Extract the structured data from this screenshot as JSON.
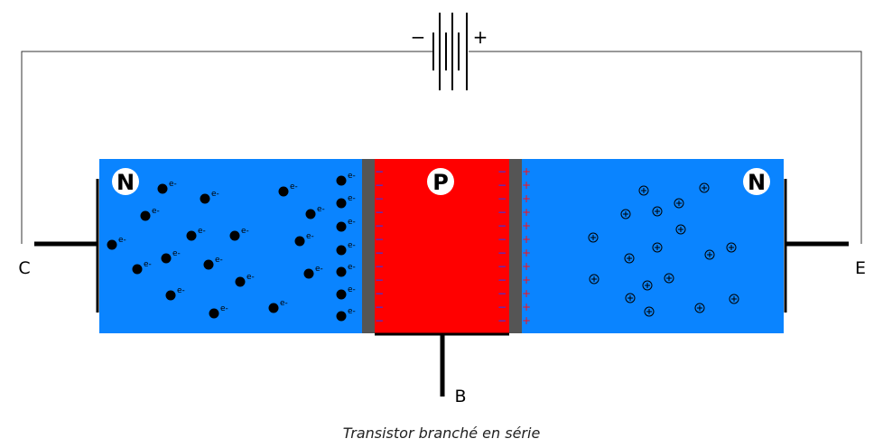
{
  "battery": {
    "minus": "−",
    "plus": "+"
  },
  "regions": {
    "left": {
      "label": "N",
      "color": "#0a84ff"
    },
    "middle": {
      "label": "P",
      "color": "#ff0000"
    },
    "right": {
      "label": "N",
      "color": "#0a84ff"
    }
  },
  "terminals": {
    "collector": "C",
    "emitter": "E",
    "base": "B"
  },
  "electron_label": "e-",
  "junction_left_sign": "−",
  "junction_right_sign": "+",
  "caption": "Transistor branché en série"
}
